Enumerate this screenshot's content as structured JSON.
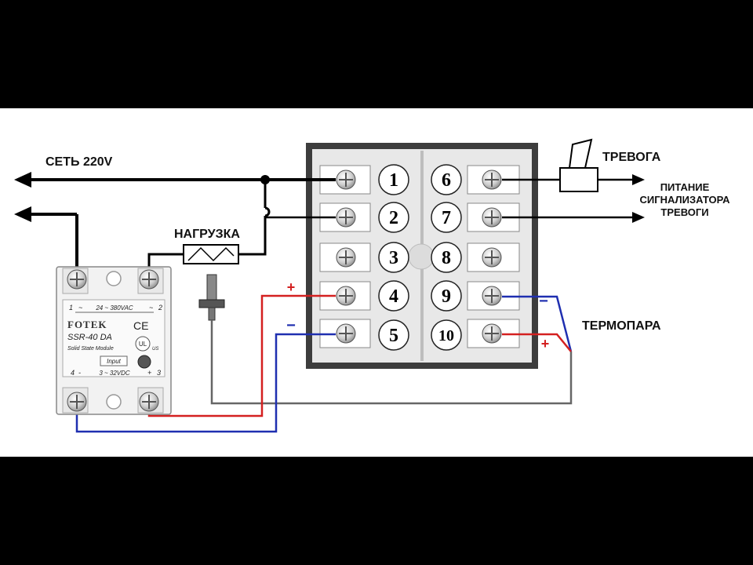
{
  "labels": {
    "mains": "СЕТЬ 220V",
    "load": "НАГРУЗКА",
    "alarm": "ТРЕВОГА",
    "alarm_power_1": "ПИТАНИЕ",
    "alarm_power_2": "СИГНАЛИЗАТОРА",
    "alarm_power_3": "ТРЕВОГИ",
    "thermocouple": "ТЕРМОПАРА"
  },
  "terminals_left": [
    "1",
    "2",
    "3",
    "4",
    "5"
  ],
  "terminals_right": [
    "6",
    "7",
    "8",
    "9",
    "10"
  ],
  "polarity": {
    "t4": "+",
    "t5": "−",
    "tc_9": "−",
    "tc_10": "+"
  },
  "ssr": {
    "brand": "FOTEK",
    "model": "SSR-40 DA",
    "subtitle": "Solid State Module",
    "ce": "CE",
    "ul": "UL",
    "us": "US",
    "ac_rating": "24 ~ 380VAC",
    "dc_rating": "3 ~ 32VDC",
    "input": "Input",
    "pin1": "1",
    "pin2": "2",
    "pin3": "3",
    "pin4": "4",
    "ac_sym_left": "~",
    "ac_sym_right": "~",
    "plus": "+",
    "minus": "-"
  },
  "colors": {
    "wire": "#000000",
    "plus_wire": "#d42020",
    "minus_wire": "#1f2fb0",
    "sensor_wire": "#555555",
    "controller": "#3d3d3d"
  }
}
